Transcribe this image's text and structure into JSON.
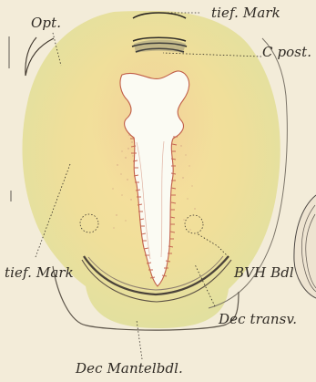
{
  "labels": {
    "opt": "Opt.",
    "tief_mark_top": "tief. Mark",
    "c_post": "C post.",
    "tief_mark_bottom": "tief. Mark",
    "bvh_bdl": "BVH Bdl",
    "dec_transv": "Dec transv.",
    "dec_mantelbdl": "Dec Mantelbdl."
  }
}
